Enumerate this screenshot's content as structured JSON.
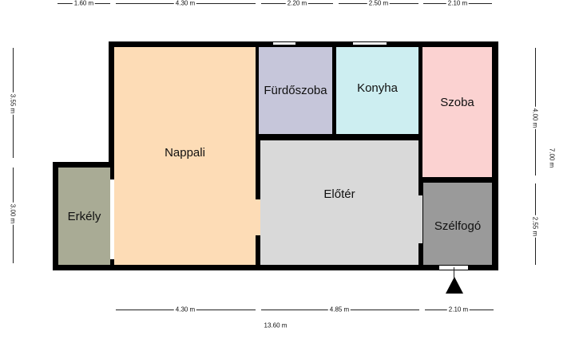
{
  "rooms": {
    "nappali": {
      "label": "Nappali",
      "color": "#fddcb6"
    },
    "furdoszoba": {
      "label": "Fürdőszoba",
      "color": "#c6c6da"
    },
    "konyha": {
      "label": "Konyha",
      "color": "#cdeef1"
    },
    "szoba": {
      "label": "Szoba",
      "color": "#fbd2d1"
    },
    "eloter": {
      "label": "Előtér",
      "color": "#d9d9d9"
    },
    "szelfogo": {
      "label": "Szélfogó",
      "color": "#9a9a9a"
    },
    "erkely": {
      "label": "Erkély",
      "color": "#a9ab95"
    }
  },
  "dimensions": {
    "top": [
      "1.60 m",
      "4.30 m",
      "2.20 m",
      "2.50 m",
      "2.10 m"
    ],
    "bottom": [
      "4.30 m",
      "4.85 m",
      "2.10 m"
    ],
    "bottom_total": "13.60 m",
    "left": [
      "3.55 m",
      "3.00 m"
    ],
    "right": [
      "4.00 m",
      "2.55 m"
    ],
    "right_total": "7.00 m"
  }
}
